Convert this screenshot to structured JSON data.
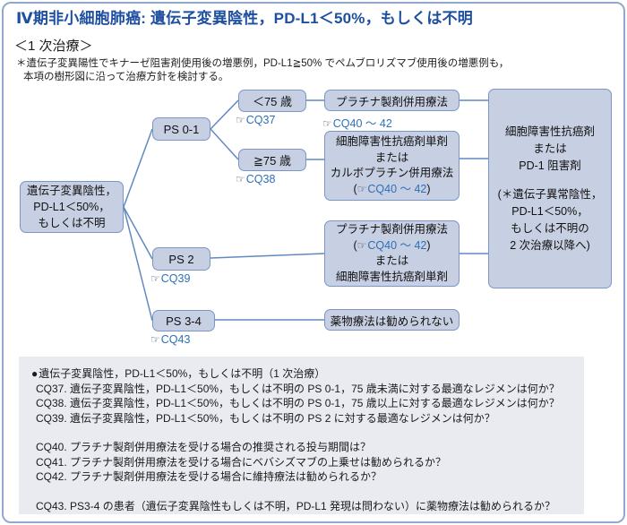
{
  "header": {
    "title": "Ⅳ期非小細胞肺癌: 遺伝子変異陰性，PD-L1＜50%，もしくは不明",
    "subtitle": "＜1 次治療＞",
    "note_marker": "＊",
    "note_line1": "遺伝子変異陽性でキナーゼ阻害剤使用後の増悪例，PD-L1≧50% でペムブロリズマブ使用後の増悪例も，",
    "note_line2": "本項の樹形図に沿って治療方針を検討する。"
  },
  "icons": {
    "pointing_hand": "☞",
    "bullet": "●"
  },
  "flowchart": {
    "root": {
      "lines": [
        "遺伝子変異陰性，",
        "PD-L1＜50%，",
        "もしくは不明"
      ]
    },
    "ps01": {
      "label": "PS 0-1"
    },
    "age_under75": {
      "label": "＜75 歳",
      "cq": "CQ37"
    },
    "age_over75": {
      "label": "≧75 歳",
      "cq": "CQ38"
    },
    "platinum": {
      "label": "プラチナ製剤併用療法",
      "cq": "CQ40 ～ 42"
    },
    "cytotoxic_combo": {
      "line1": "細胞障害性抗癌剤単剤",
      "line2": "または",
      "line3": "カルボプラチン併用療法",
      "paren_open": "(",
      "cq": "CQ40 ～ 42",
      "paren_close": ")"
    },
    "ps2": {
      "label": "PS 2",
      "cq": "CQ39"
    },
    "ps2_result": {
      "line1": "プラチナ製剤併用療法",
      "paren_open": "(",
      "cq": "CQ40 ～ 42",
      "paren_close": ")",
      "line3": "または",
      "line4": "細胞障害性抗癌剤単剤"
    },
    "ps34": {
      "label": "PS 3-4",
      "cq": "CQ43"
    },
    "no_pharmacotherapy": {
      "label": "薬物療法は勧められない"
    },
    "outcome": {
      "lines1": [
        "細胞障害性抗癌剤",
        "または",
        "PD-1 阻害剤"
      ],
      "lines2": [
        "(＊遺伝子異常陰性，",
        "PD-L1＜50%，",
        "もしくは不明の",
        "2 次治療以降へ)"
      ]
    }
  },
  "cq_panel": {
    "heading": "遺伝子変異陰性，PD-L1＜50%，もしくは不明（1 次治療）",
    "group1": [
      "CQ37. 遺伝子変異陰性，PD-L1＜50%，もしくは不明の PS 0-1，75 歳未満に対する最適なレジメンは何か？",
      "CQ38. 遺伝子変異陰性，PD-L1＜50%，もしくは不明の PS 0-1，75 歳以上に対する最適なレジメンは何か？",
      "CQ39. 遺伝子変異陰性，PD-L1＜50%，もしくは不明の PS 2 に対する最適なレジメンは何か？"
    ],
    "group2": [
      "CQ40. プラチナ製剤併用療法を受ける場合の推奨される投与期間は？",
      "CQ41. プラチナ製剤併用療法を受ける場合にベバシズマブの上乗せは勧められるか？",
      "CQ42. プラチナ製剤併用療法を受ける場合に維持療法は勧められるか？"
    ],
    "group3": [
      "CQ43. PS3-4 の患者（遺伝子変異陰性もしくは不明，PD-L1 発現は問わない）に薬物療法は勧められるか？"
    ]
  },
  "colors": {
    "title_blue": "#1e4fa0",
    "node_fill": "#c7cfe2",
    "node_border": "#7b95c6",
    "connector": "#6089c2",
    "cq_link_blue": "#2e6fb6",
    "panel_bg": "#e9ebf1",
    "frame_border": "#91a9d1"
  }
}
